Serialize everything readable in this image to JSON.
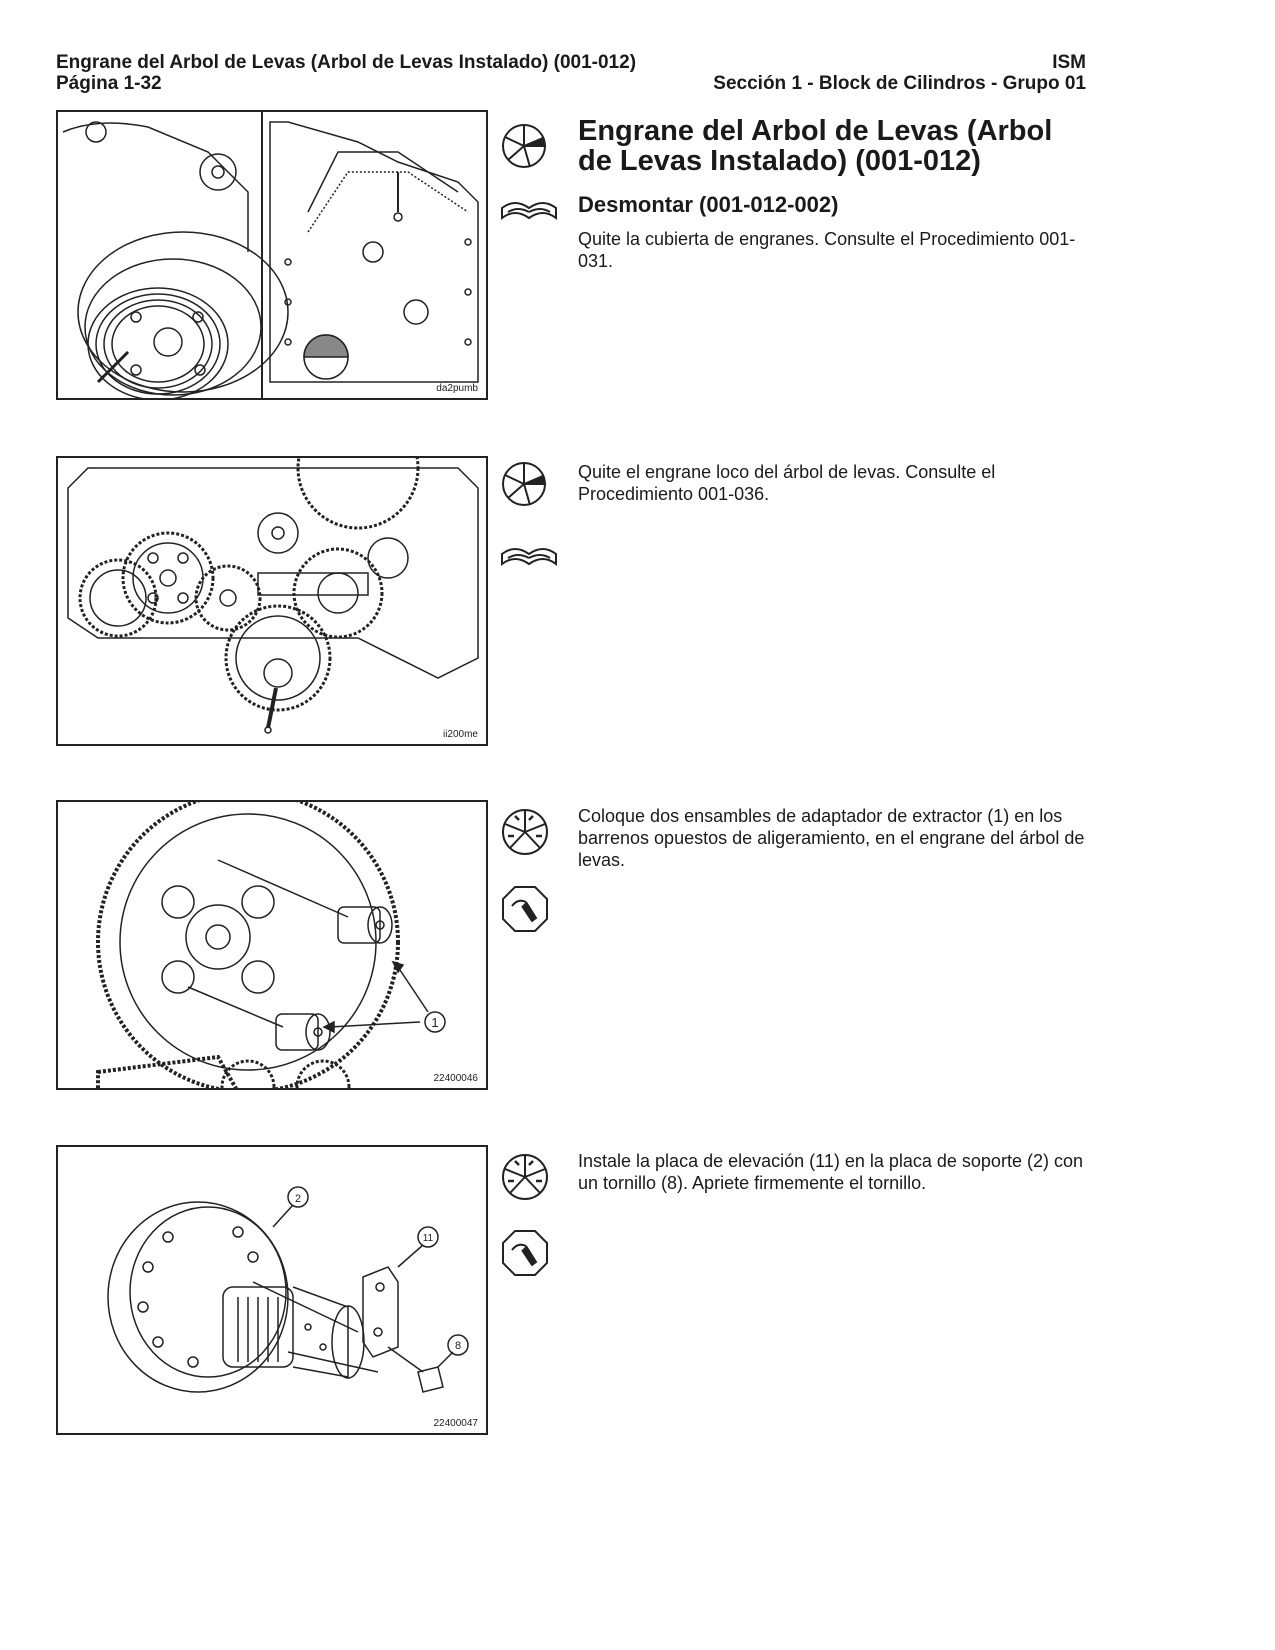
{
  "header": {
    "title": "Engrane del Arbol de Levas (Arbol de Levas Instalado) (001-012)",
    "page": "Página 1-32",
    "engine": "ISM",
    "section": "Sección 1 - Block de Cilindros - Grupo 01"
  },
  "section": {
    "title": "Engrane del Arbol de Levas (Arbol de Levas Instalado) (001-012)",
    "subtitle": "Desmontar (001-012-002)"
  },
  "steps": [
    {
      "text": "Quite la cubierta de engranes. Consulte el Procedimiento 001-031.",
      "figure_id": "da2pumb",
      "icons": [
        "wheel-icon",
        "manual-icon"
      ]
    },
    {
      "text": "Quite el engrane loco del árbol de levas. Consulte el Procedimiento 001-036.",
      "figure_id": "ii200me",
      "icons": [
        "wheel-icon",
        "manual-icon"
      ]
    },
    {
      "text": "Coloque dos ensambles de adaptador de extractor (1) en los barrenos opuestos de aligeramiento, en el engrane del árbol de levas.",
      "figure_id": "22400046",
      "icons": [
        "arrow-wheel-icon",
        "tool-icon"
      ],
      "callouts": [
        "1"
      ]
    },
    {
      "text": "Instale la placa de elevación (11) en la placa de soporte (2) con un tornillo (8). Apriete firmemente el tornillo.",
      "figure_id": "22400047",
      "icons": [
        "arrow-wheel-icon",
        "tool-icon"
      ],
      "callouts": [
        "2",
        "11",
        "8"
      ]
    }
  ]
}
